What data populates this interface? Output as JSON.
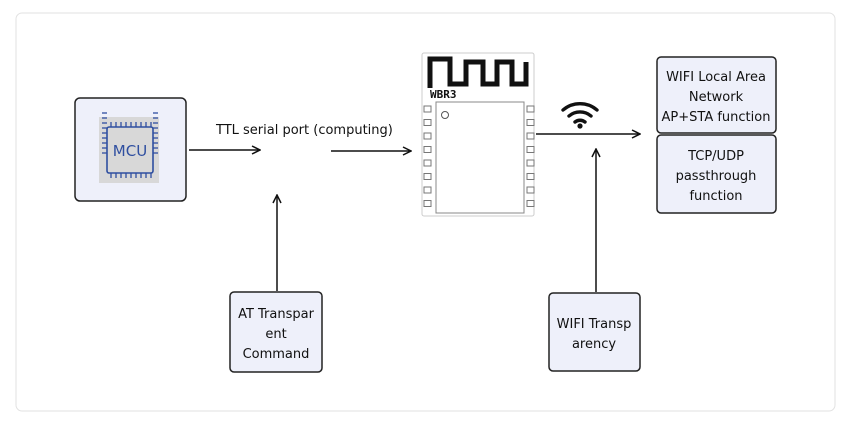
{
  "mcu": {
    "label": "MCU"
  },
  "serial_label": "TTL  serial port (computing)",
  "module": {
    "label": "WBR3"
  },
  "at_command_box": {
    "lines": [
      "AT Transpar",
      "ent",
      "Command"
    ]
  },
  "wifi_transparency_box": {
    "lines": [
      "WIFI Transp",
      "arency"
    ]
  },
  "wifi_lan_box": {
    "lines": [
      "WIFI Local Area",
      "Network",
      "AP+STA function"
    ]
  },
  "tcp_udp_box": {
    "lines": [
      "TCP/UDP",
      "passthrough",
      "function"
    ]
  },
  "icons": [
    "wifi-icon",
    "chip-icon"
  ],
  "colors": {
    "box_fill": "#eef0fa",
    "box_stroke": "#222222",
    "mcu_blue": "#2f4fa0"
  }
}
